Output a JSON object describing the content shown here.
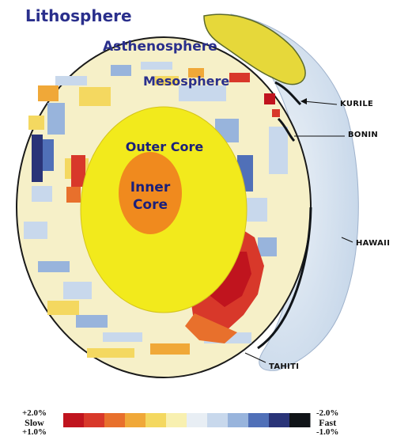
{
  "layers": {
    "lithosphere": "Lithosphere",
    "asthenosphere": "Asthenosphere",
    "mesosphere": "Mesosphere",
    "outer_core": "Outer Core",
    "inner_core_line1": "Inner",
    "inner_core_line2": "Core"
  },
  "locations": {
    "kurile": "KURILE",
    "bonin": "BONIN",
    "hawaii": "HAWAII",
    "tahiti": "TAHITI"
  },
  "scale": {
    "left_top": "+2.0%",
    "left_mid": "Slow",
    "left_bottom": "+1.0%",
    "right_top": "-2.0%",
    "right_mid": "Fast",
    "right_bottom": "-1.0%",
    "colors": [
      "#c0141e",
      "#d8382a",
      "#e8702c",
      "#f0a838",
      "#f4d860",
      "#f8f0b0",
      "#e8eef4",
      "#c8d8ec",
      "#98b4dc",
      "#5070b8",
      "#2a3478",
      "#101418"
    ]
  },
  "colors": {
    "outer_core": "#f2ea1c",
    "inner_core": "#f08a1e",
    "mantle_base": "#f6f0c8",
    "label_blue": "#2a2f8c",
    "crust_gold": "#e6d83a"
  }
}
